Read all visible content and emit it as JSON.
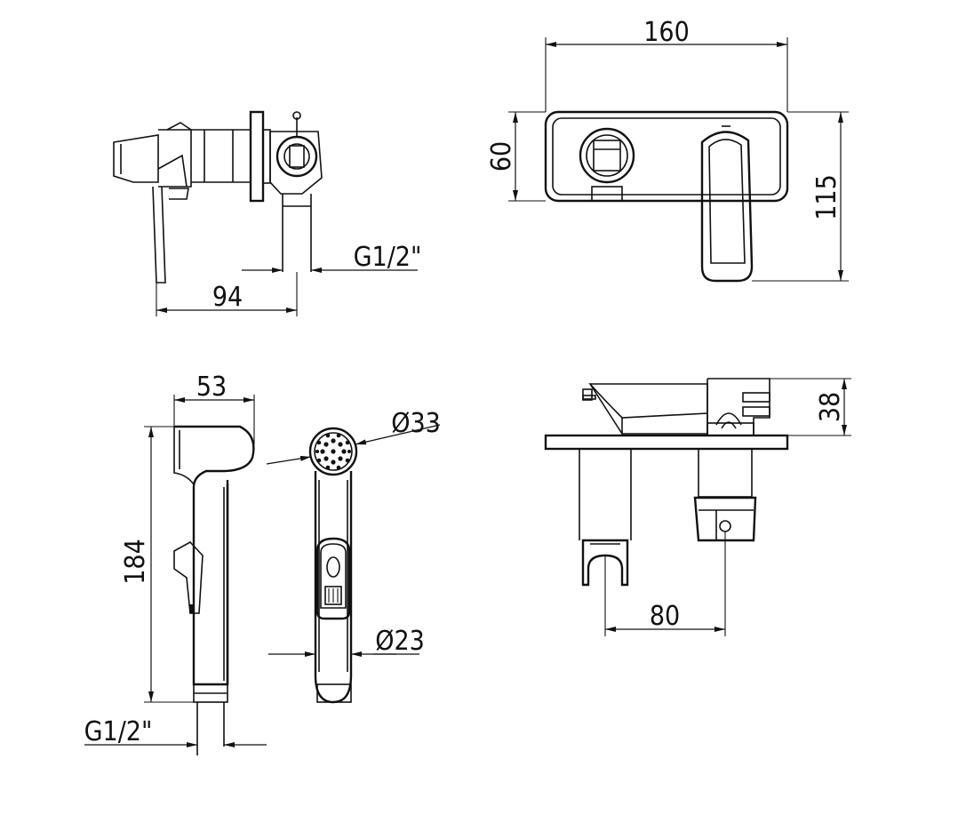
{
  "drawing": {
    "dimensions": {
      "mixer_side_depth": "94",
      "mixer_side_thread": "G1/2\"",
      "plate_width": "160",
      "plate_height": "60",
      "overall_height": "115",
      "spray_head_width": "53",
      "spray_length": "184",
      "spray_thread": "G1/2\"",
      "spray_face_diameter": "Ø33",
      "spray_handle_diameter": "Ø23",
      "top_view_projection": "38",
      "top_view_spacing": "80"
    }
  }
}
